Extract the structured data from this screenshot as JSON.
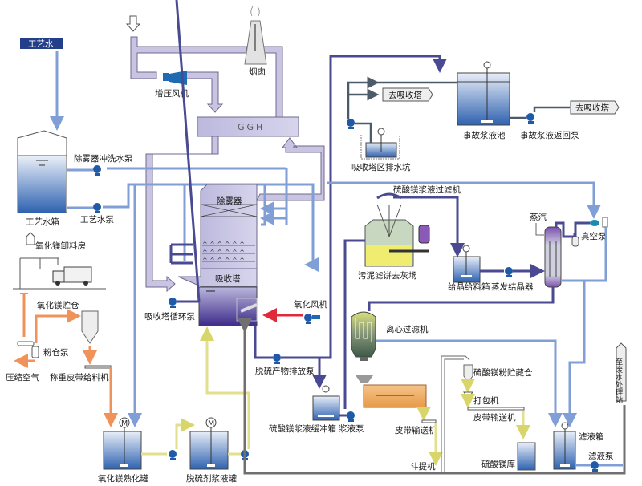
{
  "diagram": {
    "title": "",
    "colors": {
      "flue_gas_duct": "#c9c4e2",
      "process_water": "#7f9fd6",
      "slurry": "#4a4a92",
      "magnesium_oxide": "#f0935a",
      "desulfurizer_slurry": "#e2df8e",
      "oxidation_air": "#e02a3a",
      "wastewater": "#707070",
      "tank_liquid": "#3a6fc0",
      "pump": "#1f5aa8"
    },
    "labels": {
      "process_water_source": "工艺水",
      "process_water_tank": "工艺水箱",
      "demister_wash_pump": "除雾器冲洗水泵",
      "process_water_pump": "工艺水泵",
      "booster_fan": "增压风机",
      "chimney": "烟囱",
      "ggh": "GGH",
      "demister": "除雾器",
      "absorber": "吸收塔",
      "absorber_circulation_pump": "吸收塔循环泵",
      "oxidation_fan": "氧化风机",
      "desulfurization_product_pump": "脱硫产物排放泵",
      "mgo_unloading_room": "氧化镁卸料房",
      "mgo_silo": "氧化镁贮仓",
      "powder_pump": "粉仓泵",
      "compressed_air": "压缩空气",
      "weigh_belt_feeder": "称重皮带给料机",
      "mgo_slaking_tank": "氧化镁熟化罐",
      "desulfurizer_slurry_tank": "脱硫剂浆液罐",
      "to_absorber_1": "去吸收塔",
      "to_absorber_2": "去吸收塔",
      "emergency_slurry_pool": "事故浆液池",
      "emergency_return_pump": "事故浆液返回泵",
      "absorber_area_sump": "吸收塔区排水坑",
      "mgso4_slurry_filter": "硫酸镁浆液过滤机",
      "sludge_cake": "污泥滤饼去灰场",
      "crystal_feed_tank": "给晶给料箱",
      "evaporative_crystallizer": "蒸发结晶器",
      "steam": "蒸汽",
      "vacuum_pump": "真空泵",
      "centrifugal_filter": "离心过滤机",
      "mgso4_buffer_tank": "硫酸镁浆液缓冲箱",
      "slurry_pump": "浆液泵",
      "belt_conveyor_1": "皮带输送机",
      "bucket_elevator": "斗提机",
      "mgso4_powder_silo": "硫酸镁粉贮藏仓",
      "packing_machine": "打包机",
      "belt_conveyor_2": "皮带输送机",
      "mgso4_warehouse": "硫酸镁库",
      "filtrate_tank": "滤液箱",
      "filtrate_pump": "滤液泵",
      "to_wastewater_station": "至废水处理站",
      "motor": "M"
    }
  }
}
